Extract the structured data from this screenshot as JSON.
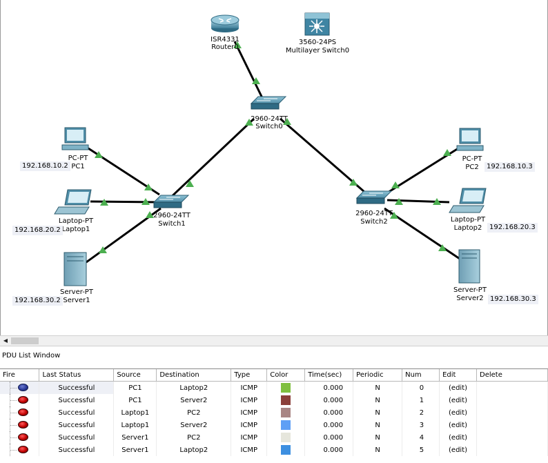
{
  "devices": {
    "router0": {
      "model": "ISR4331",
      "name": "Router0"
    },
    "mlswitch0": {
      "model": "3560-24PS",
      "name": "Multilayer Switch0"
    },
    "switch0": {
      "model": "2960-24TT",
      "name": "Switch0"
    },
    "switch1": {
      "model": "2960-24TT",
      "name": "Switch1"
    },
    "switch2": {
      "model": "2960-24TT",
      "name": "Switch2"
    },
    "pc1": {
      "model": "PC-PT",
      "name": "PC1",
      "ip": "192.168.10.2"
    },
    "laptop1": {
      "model": "Laptop-PT",
      "name": "Laptop1",
      "ip": "192.168.20.2"
    },
    "server1": {
      "model": "Server-PT",
      "name": "Server1",
      "ip": "192.168.30.2"
    },
    "pc2": {
      "model": "PC-PT",
      "name": "PC2",
      "ip": "192.168.10.3"
    },
    "laptop2": {
      "model": "Laptop-PT",
      "name": "Laptop2",
      "ip": "192.168.20.3"
    },
    "server2": {
      "model": "Server-PT",
      "name": "Server2",
      "ip": "192.168.30.3"
    }
  },
  "link_color": "#000000",
  "link_status_color": "#4caf50",
  "pdu_window": {
    "title": "PDU List Window",
    "columns": [
      "Fire",
      "Last Status",
      "Source",
      "Destination",
      "Type",
      "Color",
      "Time(sec)",
      "Periodic",
      "Num",
      "Edit",
      "Delete"
    ],
    "rows": [
      {
        "status": "Successful",
        "source": "PC1",
        "destination": "Laptop2",
        "type": "ICMP",
        "color": "#7fbf3f",
        "time": "0.000",
        "periodic": "N",
        "num": "0",
        "edit": "(edit)"
      },
      {
        "status": "Successful",
        "source": "PC1",
        "destination": "Server2",
        "type": "ICMP",
        "color": "#8b3f3a",
        "time": "0.000",
        "periodic": "N",
        "num": "1",
        "edit": "(edit)"
      },
      {
        "status": "Successful",
        "source": "Laptop1",
        "destination": "PC2",
        "type": "ICMP",
        "color": "#a88584",
        "time": "0.000",
        "periodic": "N",
        "num": "2",
        "edit": "(edit)"
      },
      {
        "status": "Successful",
        "source": "Laptop1",
        "destination": "Server2",
        "type": "ICMP",
        "color": "#5f9ff5",
        "time": "0.000",
        "periodic": "N",
        "num": "3",
        "edit": "(edit)"
      },
      {
        "status": "Successful",
        "source": "Server1",
        "destination": "PC2",
        "type": "ICMP",
        "color": "#e6e6dc",
        "time": "0.000",
        "periodic": "N",
        "num": "4",
        "edit": "(edit)"
      },
      {
        "status": "Successful",
        "source": "Server1",
        "destination": "Laptop2",
        "type": "ICMP",
        "color": "#3d8fe0",
        "time": "0.000",
        "periodic": "N",
        "num": "5",
        "edit": "(edit)"
      }
    ]
  }
}
